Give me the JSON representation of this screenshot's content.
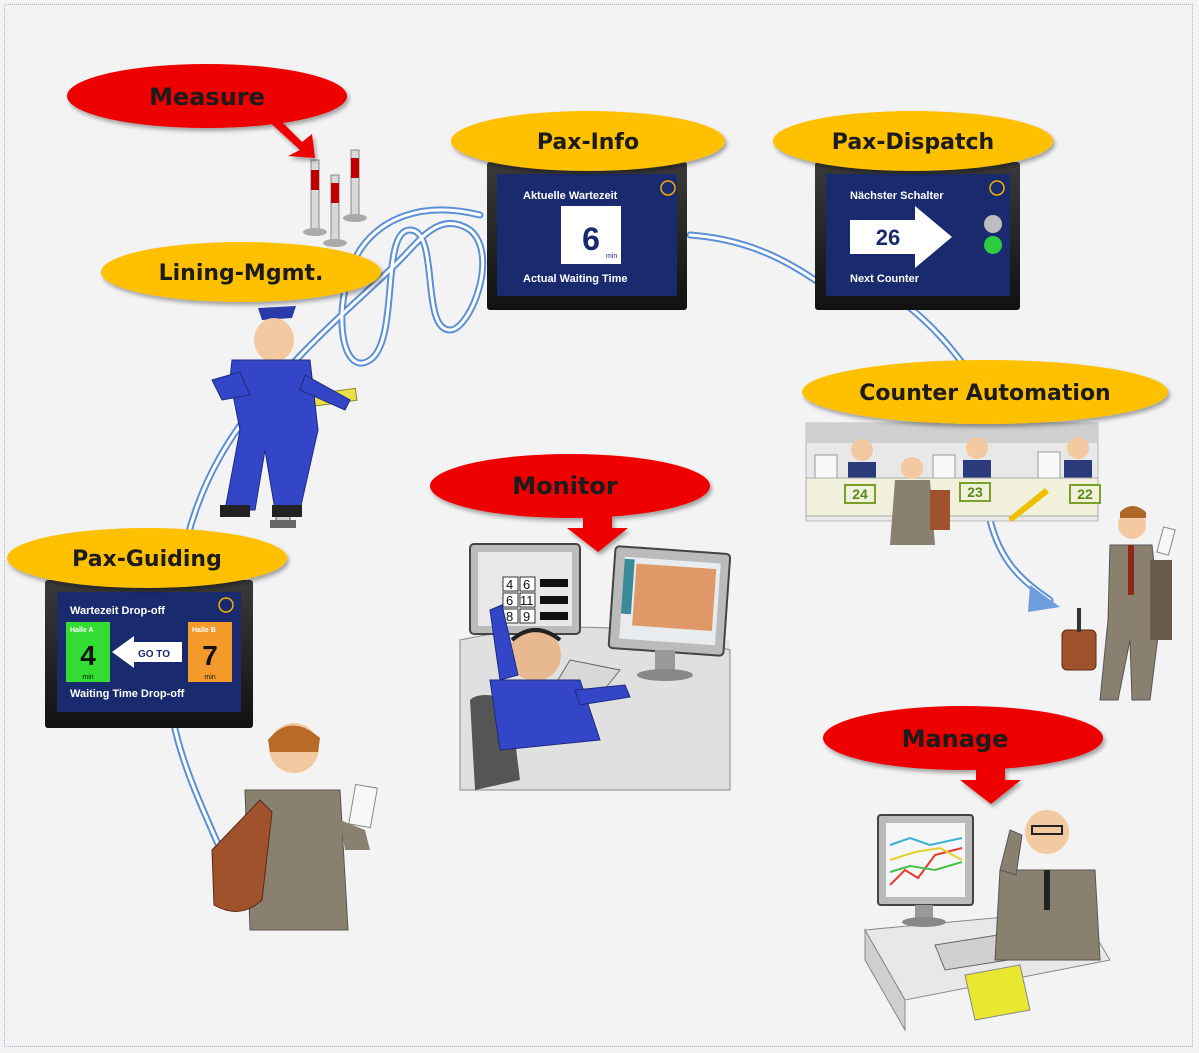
{
  "stages": {
    "measure": "Measure",
    "pax_info": "Pax-Info",
    "pax_dispatch": "Pax-Dispatch",
    "lining_mgmt": "Lining-Mgmt.",
    "counter_automation": "Counter Automation",
    "monitor": "Monitor",
    "pax_guiding": "Pax-Guiding",
    "manage": "Manage"
  },
  "screens": {
    "info": {
      "top": "Aktuelle Wartezeit",
      "value": "6",
      "unit": "min",
      "bottom": "Actual Waiting Time"
    },
    "dispatch": {
      "top": "Nächster Schalter",
      "value": "26",
      "bottom": "Next Counter"
    },
    "guiding": {
      "top": "Wartezeit Drop-off",
      "left_hall": "Halle A",
      "left_value": "4",
      "left_unit": "min",
      "arrow": "GO TO",
      "right_hall": "Halle B",
      "right_value": "7",
      "right_unit": "min",
      "bottom": "Waiting Time Drop-off"
    }
  },
  "counters": [
    "24",
    "23",
    "22"
  ],
  "console_keys": [
    "4",
    "6",
    "6",
    "11",
    "8",
    "9"
  ],
  "colors": {
    "red_label": "#ee0000",
    "orange_label": "#ffc000",
    "screen_blue": "#1a2a6e",
    "path_blue": "#5b8fd6"
  }
}
